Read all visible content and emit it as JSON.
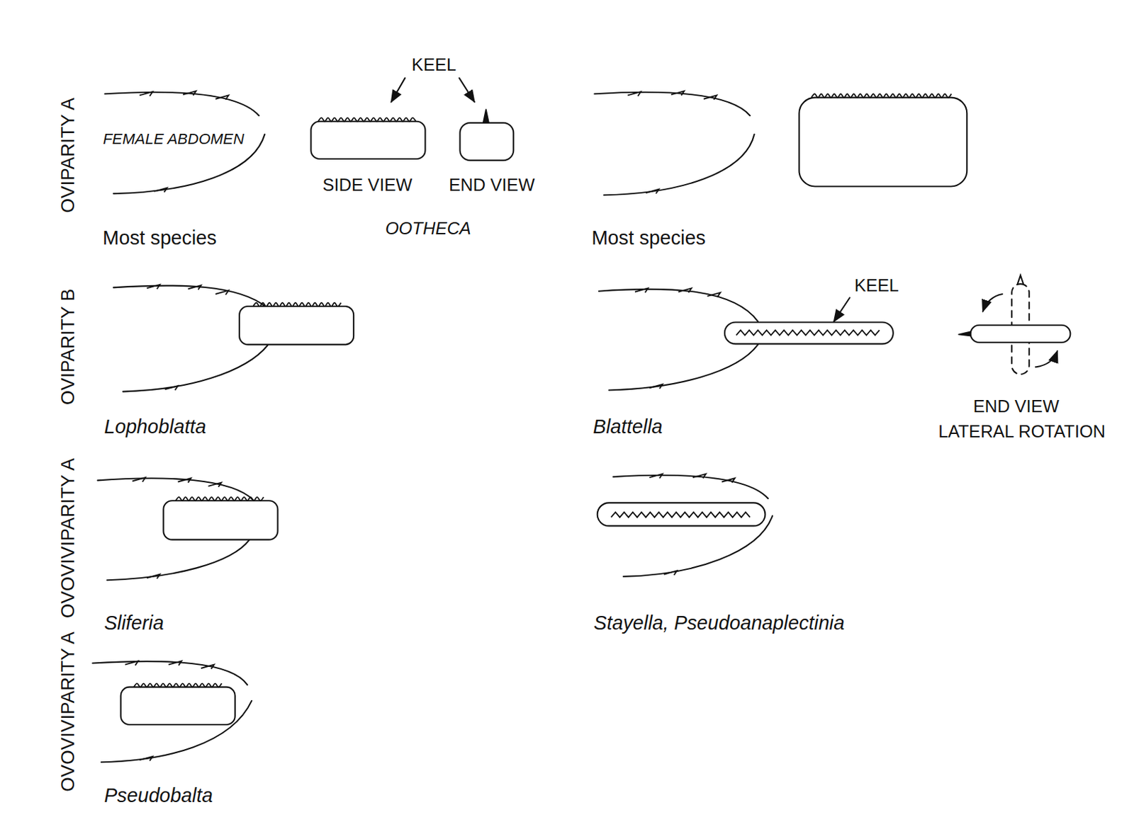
{
  "diagram": {
    "labels": [
      "KEEL",
      "OVIPARITY A",
      "FEMALE ABDOMEN",
      "SIDE VIEW",
      "END VIEW",
      "Most species",
      "OOTHECA",
      "Most species",
      "OVIPARITY B",
      "KEEL",
      "END VIEW",
      "LATERAL ROTATION",
      "Lophoblatta",
      "Blattella",
      "OVOVIVIPARITY A",
      "Sliferia",
      "Stayella, Pseudoanaplectinia",
      "OVOVIVIPARITY A",
      "Pseudobalta"
    ]
  }
}
